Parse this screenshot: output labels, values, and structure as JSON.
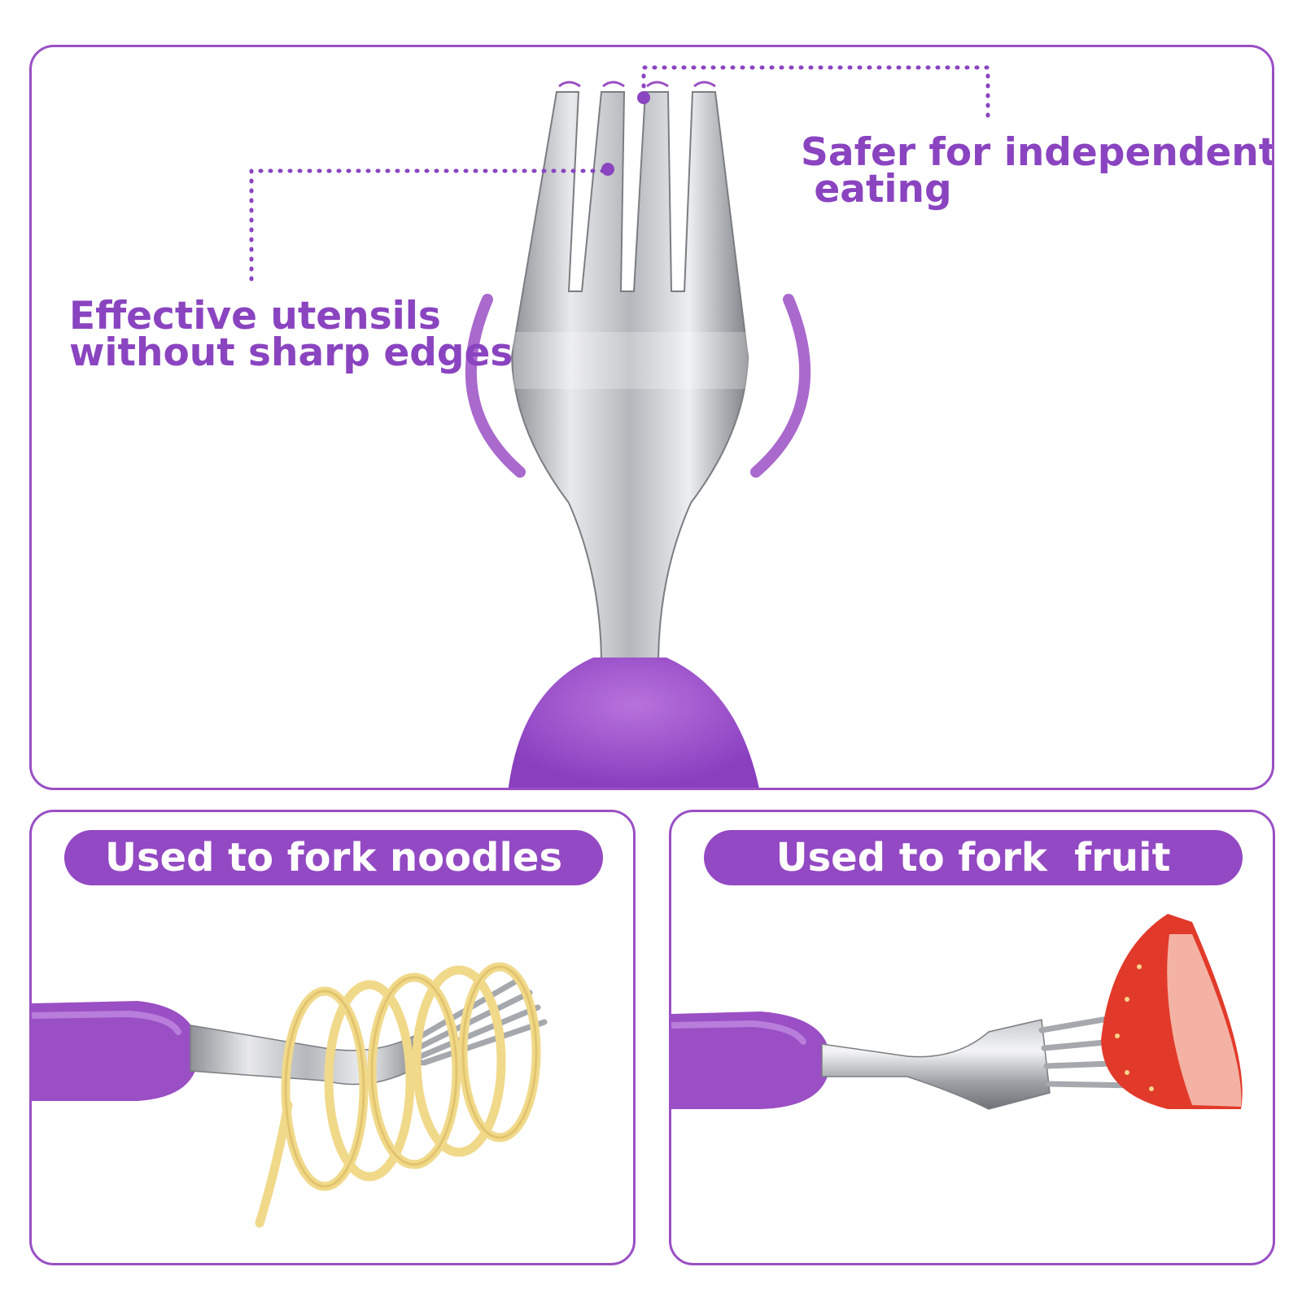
{
  "top_panel": {
    "callout_edges": "Effective utensils\nwithout sharp edges",
    "callout_safer": "Safer for independent\n eating"
  },
  "noodles_panel": {
    "label": "Used to fork noodles"
  },
  "fruit_panel": {
    "label": "Used to fork  fruit"
  },
  "colors": {
    "accent_purple": "#9349c3",
    "border_purple": "#9a4fc4",
    "steel": "#b9bcc0",
    "noodle": "#f1d98a",
    "strawberry": "#e23a2a"
  }
}
